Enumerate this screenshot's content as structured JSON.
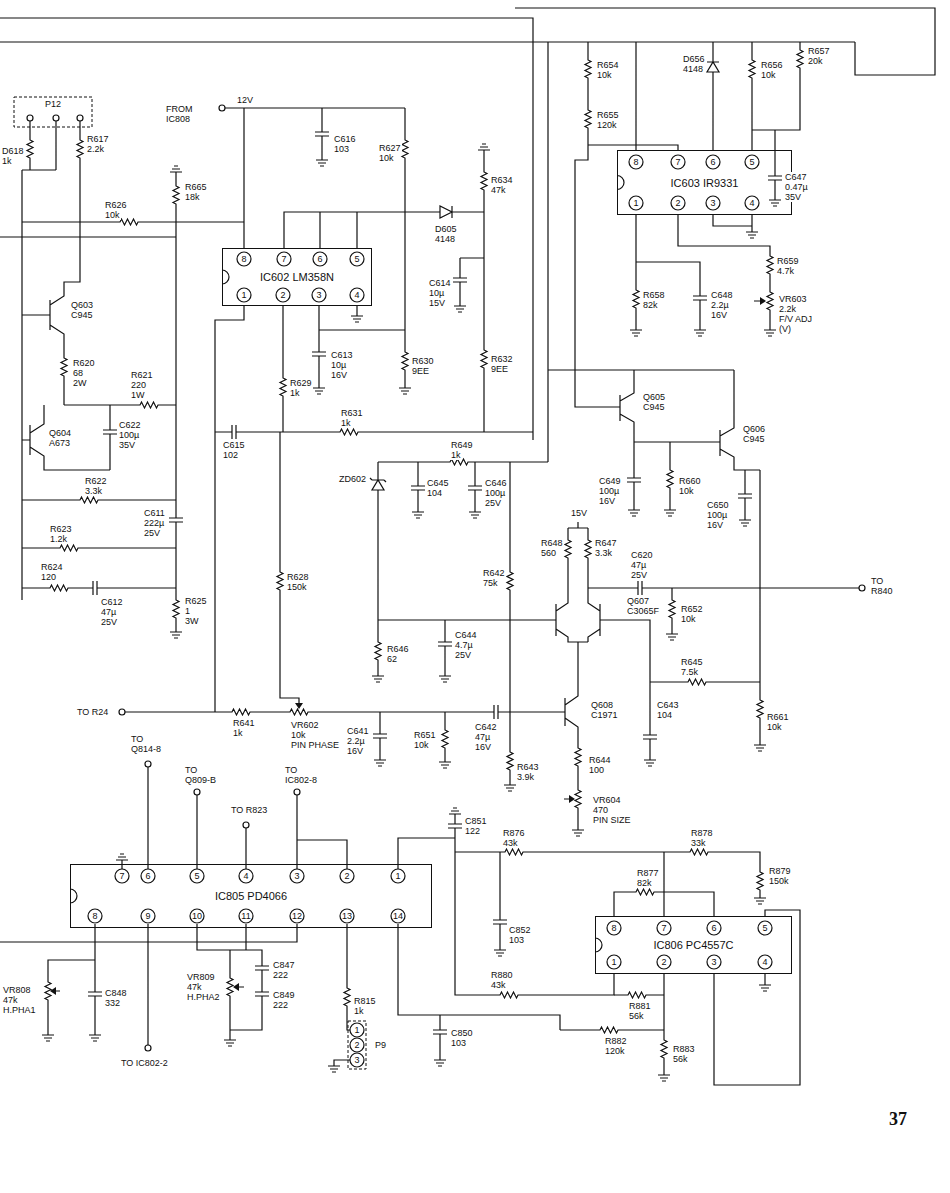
{
  "diagram": {
    "nodes": [
      {
        "text": [
          "IC603 IR9331"
        ]
      },
      {
        "text": [
          "IC602 LM358N"
        ]
      },
      {
        "text": [
          "IC805 PD4066"
        ]
      },
      {
        "text": [
          "IC806 PC4557C"
        ]
      }
    ],
    "labels": [
      "P12",
      "D618",
      "1k",
      "R617",
      "2.2k",
      "FROM",
      "IC808",
      "12V",
      "C616",
      "103",
      "R627",
      "10k",
      "R634",
      "47k",
      "R665",
      "18k",
      "R626",
      "10k",
      "D605",
      "4148",
      "8",
      "7",
      "6",
      "5",
      "1",
      "2",
      "3",
      "4",
      "Q603",
      "C945",
      "C614",
      "10µ",
      "15V",
      "C613",
      "10µ",
      "16V",
      "R630",
      "9EE",
      "R632",
      "9EE",
      "R620",
      "68",
      "2W",
      "R621",
      "220",
      "1W",
      "R629",
      "1k",
      "R631",
      "1k",
      "C615",
      "102",
      "Q604",
      "A673",
      "C622",
      "100µ",
      "35V",
      "R622",
      "3.3k",
      "C611",
      "222µ",
      "25V",
      "R623",
      "1.2k",
      "R624",
      "120",
      "C612",
      "47µ",
      "25V",
      "R625",
      "1",
      "3W",
      "R628",
      "150k",
      "R654",
      "10k",
      "D656",
      "4148",
      "R656",
      "10k",
      "R657",
      "20k",
      "R655",
      "120k",
      "8",
      "7",
      "6",
      "5",
      "1",
      "2",
      "3",
      "4",
      "C647",
      "0.47µ",
      "35V",
      "R659",
      "4.7k",
      "VR603",
      "2.2k",
      "F/V ADJ",
      "(V)",
      "R658",
      "82k",
      "C648",
      "2.2µ",
      "16V",
      "Q605",
      "C945",
      "Q606",
      "C945",
      "C649",
      "100µ",
      "16V",
      "R660",
      "10k",
      "C650",
      "100µ",
      "16V",
      "R649",
      "1k",
      "ZD602",
      "C645",
      "104",
      "C646",
      "100µ",
      "25V",
      "15V",
      "R648",
      "560",
      "R647",
      "3.3k",
      "C620",
      "47µ",
      "25V",
      "TO",
      "R840",
      "R642",
      "75k",
      "Q607",
      "C3065F",
      "R652",
      "10k",
      "R646",
      "62",
      "C644",
      "4.7µ",
      "25V",
      "R645",
      "7.5k",
      "TO R24",
      "R641",
      "1k",
      "VR602",
      "10k",
      "PIN PHASE",
      "C641",
      "2.2µ",
      "16V",
      "R651",
      "10k",
      "C642",
      "47µ",
      "16V",
      "Q608",
      "C1971",
      "C643",
      "104",
      "R661",
      "10k",
      "R644",
      "100",
      "R643",
      "3.9k",
      "VR604",
      "470",
      "PIN SIZE",
      "TO",
      "Q814-8",
      "TO",
      "Q809-B",
      "TO",
      "IC802-8",
      "TO R823",
      "C851",
      "122",
      "R876",
      "43k",
      "R878",
      "33k",
      "R879",
      "150k",
      "R877",
      "82k",
      "7",
      "6",
      "5",
      "4",
      "3",
      "2",
      "1",
      "8",
      "9",
      "10",
      "11",
      "12",
      "13",
      "14",
      "C852",
      "103",
      "8",
      "7",
      "6",
      "5",
      "1",
      "2",
      "3",
      "4",
      "R880",
      "43k",
      "R881",
      "56k",
      "R882",
      "120k",
      "R883",
      "56k",
      "VR808",
      "47k",
      "H.PHA1",
      "C848",
      "332",
      "VR809",
      "47k",
      "H.PHA2",
      "C847",
      "222",
      "C849",
      "222",
      "R815",
      "1k",
      "1",
      "2",
      "3",
      "P9",
      "C850",
      "103",
      "TO IC802-2",
      "37"
    ]
  }
}
